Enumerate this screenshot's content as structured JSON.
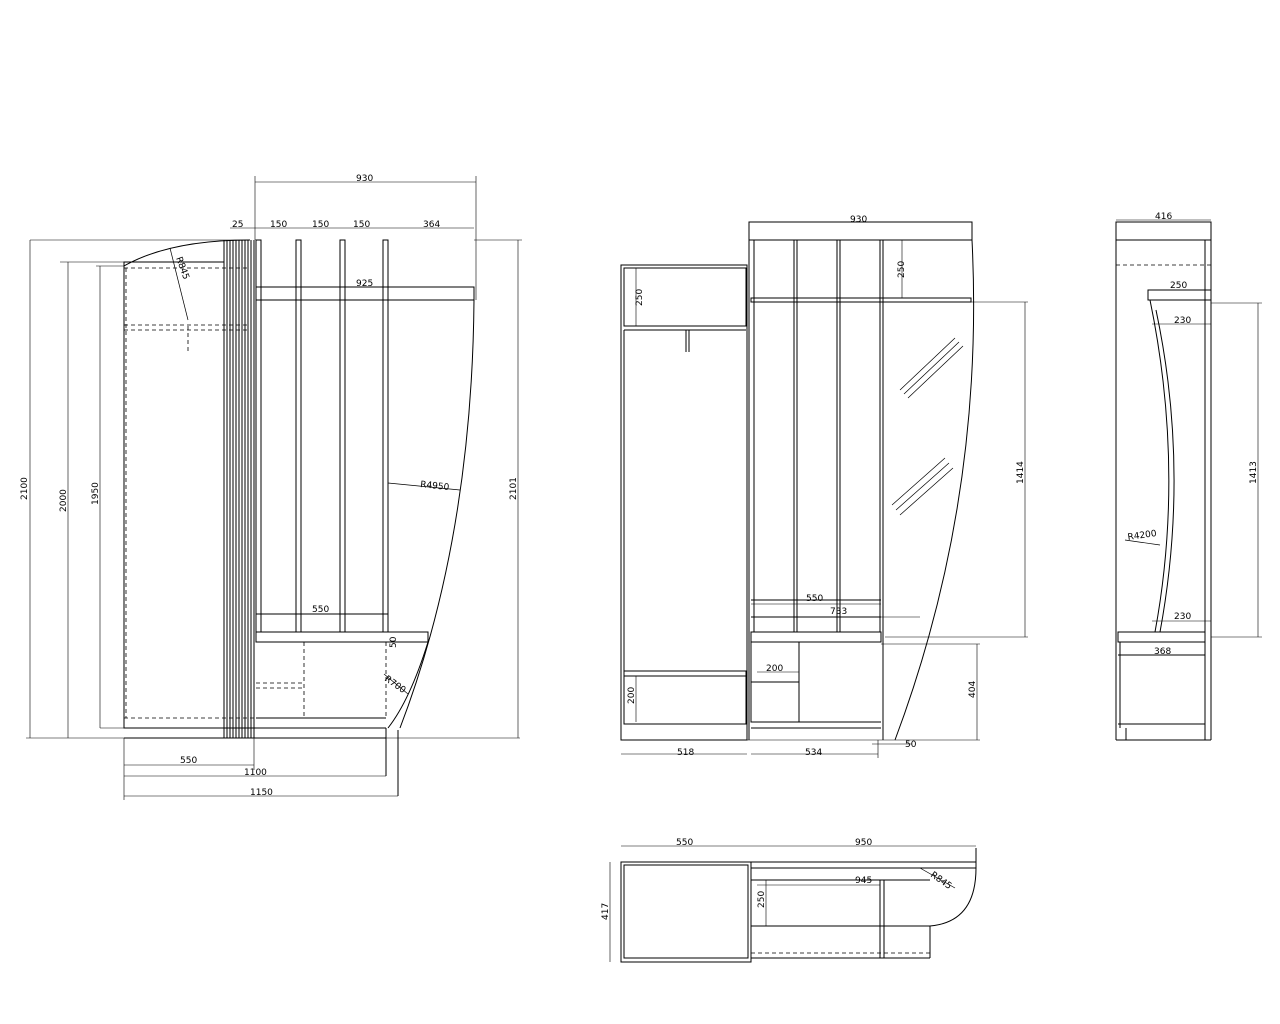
{
  "colors": {
    "background": "#ffffff",
    "line": "#000000"
  },
  "front_view": {
    "dims": {
      "overall_width": "930",
      "w_25": "25",
      "w_150_a": "150",
      "w_150_b": "150",
      "w_150_c": "150",
      "w_364": "364",
      "shelf_925": "925",
      "radius_top": "R845",
      "radius_side": "R4950",
      "h_2100": "2100",
      "h_2000": "2000",
      "h_1950": "1950",
      "h_2101": "2101",
      "bench_550": "550",
      "radius_bench": "R700",
      "bench_50": "50",
      "base_550": "550",
      "base_1100": "1100",
      "base_1150": "1150"
    }
  },
  "side_view": {
    "dims": {
      "overall_width": "930",
      "h_250_left": "250",
      "h_250_right": "250",
      "h_1414": "1414",
      "bench_550": "550",
      "bench_733": "733",
      "drawer_200": "200",
      "h_200_left": "200",
      "h_404": "404",
      "bottom_50": "50",
      "w_518": "518",
      "w_534": "534"
    }
  },
  "end_view": {
    "dims": {
      "width_416": "416",
      "top_250": "250",
      "top_230": "230",
      "h_1413": "1413",
      "radius": "R4200",
      "bottom_230": "230",
      "w_368": "368"
    }
  },
  "plan_view": {
    "dims": {
      "w_550": "550",
      "w_950": "950",
      "w_945": "945",
      "h_250": "250",
      "radius": "R845",
      "h_417": "417"
    }
  }
}
